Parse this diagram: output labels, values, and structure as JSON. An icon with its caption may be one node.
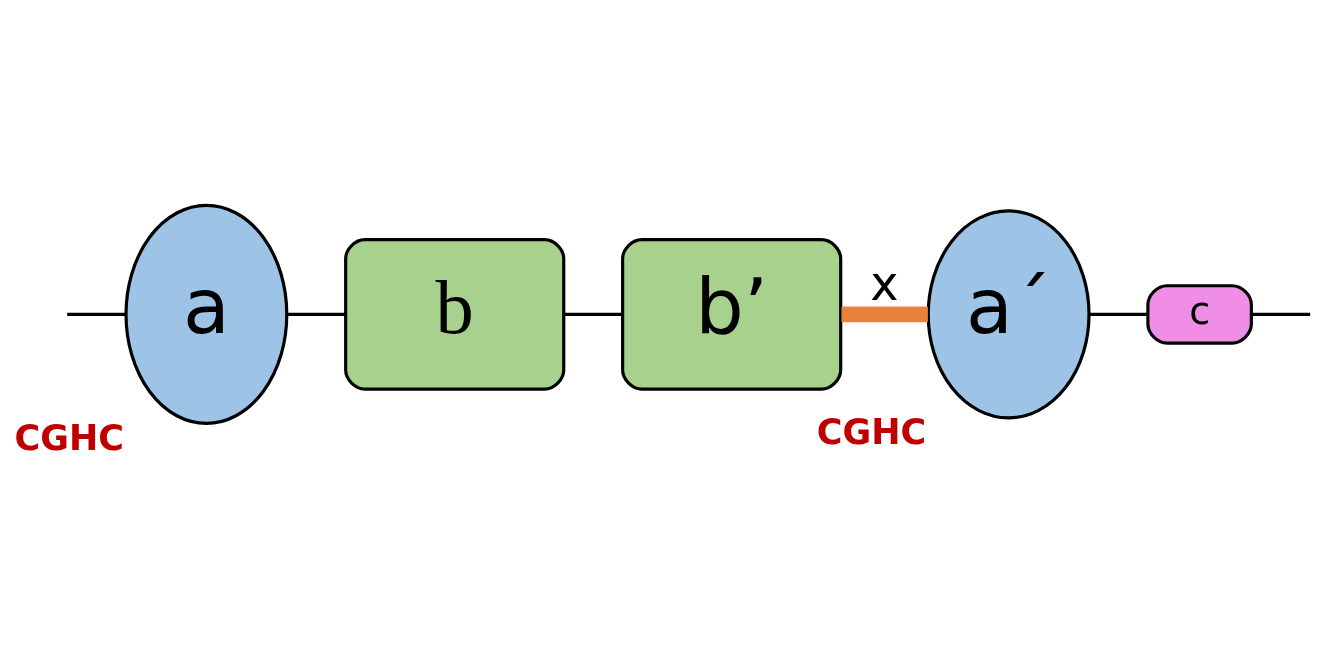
{
  "diagram": {
    "nodes": [
      {
        "text": [
          "a"
        ],
        "beside": [
          "CGHC"
        ]
      },
      {
        "text": [
          "b"
        ]
      },
      {
        "text": [
          "b’"
        ]
      },
      {
        "text": [
          "a´"
        ],
        "beside": [
          "CGHC"
        ]
      },
      {
        "text": [
          "c"
        ]
      }
    ],
    "edges": [
      {
        "from": null,
        "to": 0,
        "arrow": "none"
      },
      {
        "from": 0,
        "to": 1,
        "arrow": "none"
      },
      {
        "from": 1,
        "to": 2,
        "arrow": "none"
      },
      {
        "from": 2,
        "to": 3,
        "arrow": "none",
        "label": "x",
        "style": "thick",
        "color": "#e8823a"
      },
      {
        "from": 3,
        "to": 4,
        "arrow": "none"
      },
      {
        "from": 4,
        "to": null,
        "arrow": "none"
      }
    ]
  }
}
